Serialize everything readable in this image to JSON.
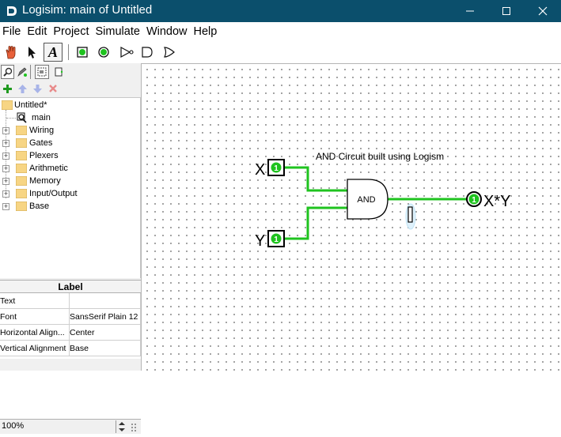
{
  "window": {
    "title": "Logisim: main of Untitled",
    "minimize_label": "—",
    "maximize_label": "☐",
    "close_label": "✕"
  },
  "menu": [
    "File",
    "Edit",
    "Project",
    "Simulate",
    "Window",
    "Help"
  ],
  "toolbar": {
    "tools": [
      "poke-tool",
      "select-tool",
      "text-tool",
      "input-pin",
      "output-pin",
      "not-gate",
      "and-gate",
      "or-gate"
    ],
    "text_tool_glyph": "A"
  },
  "explorer": {
    "project_name": "Untitled*",
    "circuits": [
      "main"
    ],
    "libraries": [
      "Wiring",
      "Gates",
      "Plexers",
      "Arithmetic",
      "Memory",
      "Input/Output",
      "Base"
    ]
  },
  "attributes": {
    "title": "Label",
    "rows": [
      {
        "key": "Text",
        "value": ""
      },
      {
        "key": "Font",
        "value": "SansSerif Plain 12"
      },
      {
        "key": "Horizontal Align...",
        "value": "Center"
      },
      {
        "key": "Vertical Alignment",
        "value": "Base"
      }
    ]
  },
  "zoom": "100%",
  "canvas": {
    "caption": "AND Circuit built using Logism",
    "input_x_label": "X",
    "input_y_label": "Y",
    "input_x_value": "1",
    "input_y_value": "1",
    "gate_label": "AND",
    "output_label": "X*Y",
    "output_value": "1",
    "wire_color": "#1fc31f"
  }
}
